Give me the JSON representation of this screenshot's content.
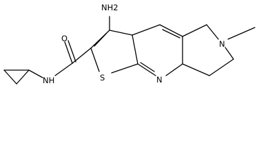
{
  "structure": {
    "atoms": {
      "amino_nh2": "NH2",
      "amide_o": "O",
      "amide_nh": "NH",
      "thiophene_s": "S",
      "pyridine_n": "N",
      "ring_n": "N"
    }
  }
}
